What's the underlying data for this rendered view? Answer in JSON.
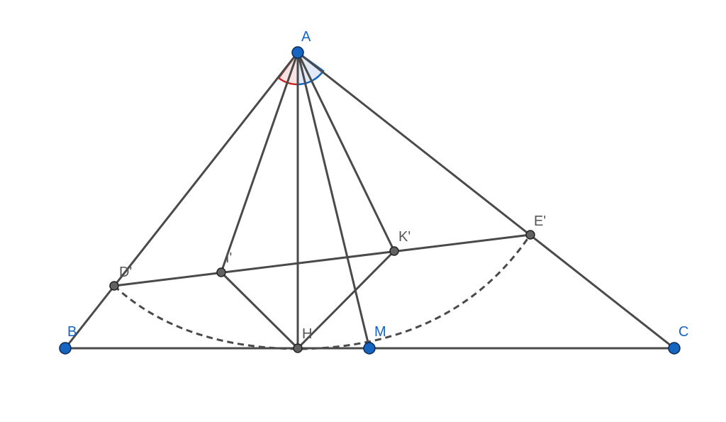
{
  "labels": {
    "A": "A",
    "B": "B",
    "C": "C",
    "M": "M",
    "H": "H",
    "D": "D'",
    "E": "E'",
    "I": "I'",
    "K": "K'"
  },
  "colors": {
    "free_point": "#1565c0",
    "dependent_point": "#616161",
    "segment": "#4a4a4a",
    "angle_left": "#c62828",
    "angle_right": "#1565c0"
  }
}
